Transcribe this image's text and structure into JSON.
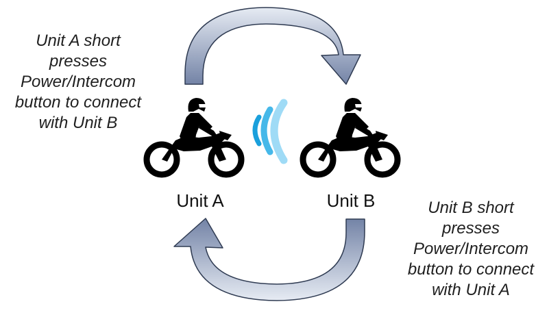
{
  "notes": {
    "unit_a": "Unit A short\npresses\nPower/Intercom\nbutton to connect\nwith Unit B",
    "unit_b": "Unit B short\npresses\nPower/Intercom\nbutton to connect\nwith Unit A"
  },
  "units": {
    "a": "Unit A",
    "b": "Unit B"
  },
  "icons": {
    "rider_a": "motorcycle-rider-icon",
    "rider_b": "motorcycle-rider-icon",
    "signal": "wireless-signal-icon",
    "arrow_top": "curved-arrow-right-icon",
    "arrow_bottom": "curved-arrow-left-icon"
  },
  "colors": {
    "arrow_fill_light": "#e6ebf3",
    "arrow_fill_dark": "#6f7ea0",
    "arrow_stroke": "#2f3b52",
    "signal_dark": "#1aa0dc",
    "signal_mid": "#46b8e9",
    "signal_light": "#9fdbf6",
    "icon": "#000000"
  }
}
